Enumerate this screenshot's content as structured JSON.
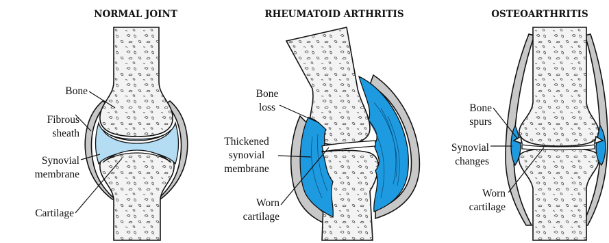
{
  "panels": {
    "normal": {
      "title": "NORMAL JOINT",
      "labels": {
        "bone": "Bone",
        "fibrous_1": "Fibrous",
        "fibrous_2": "sheath",
        "synovial_1": "Synovial",
        "synovial_2": "membrane",
        "cartilage": "Cartilage"
      }
    },
    "ra": {
      "title": "RHEUMATOID ARTHRITIS",
      "labels": {
        "bone_loss_1": "Bone",
        "bone_loss_2": "loss",
        "thick_1": "Thickened",
        "thick_2": "synovial",
        "thick_3": "membrane",
        "worn_1": "Worn",
        "worn_2": "cartilage"
      }
    },
    "oa": {
      "title": "OSTEOARTHRITIS",
      "labels": {
        "spurs_1": "Bone",
        "spurs_2": "spurs",
        "changes_1": "Synovial",
        "changes_2": "changes",
        "worn_1": "Worn",
        "worn_2": "cartilage"
      }
    }
  },
  "colors": {
    "synovial_fluid": "#b4ddf3",
    "inflamed_synovium": "#1e9be0",
    "fibrous_sheath": "#c8c8c8",
    "bone": "#f3f3f3"
  }
}
